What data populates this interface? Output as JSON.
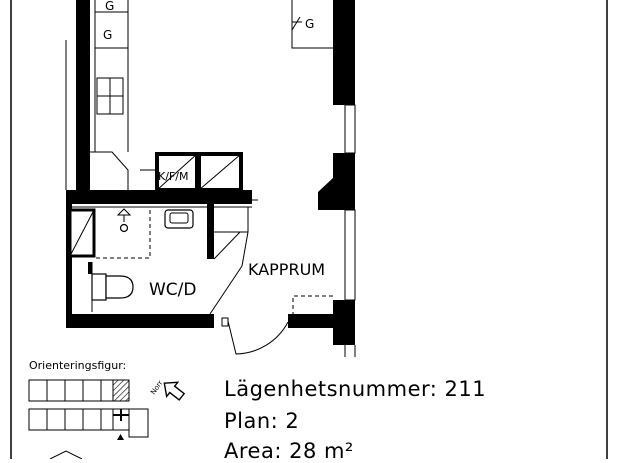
{
  "rooms": {
    "kitchen_marks": [
      "G",
      "G",
      "G"
    ],
    "kfm_label": "K/F/M",
    "wc_label": "WC/D",
    "closet_label": "KAPPRUM"
  },
  "orientation": {
    "title": "Orienteringsfigur:",
    "north_label": "Norr"
  },
  "apartment": {
    "number_line": "Lägenhetsnummer: 211",
    "floor_line": "Plan: 2",
    "area_line": "Area: 28 m²"
  }
}
